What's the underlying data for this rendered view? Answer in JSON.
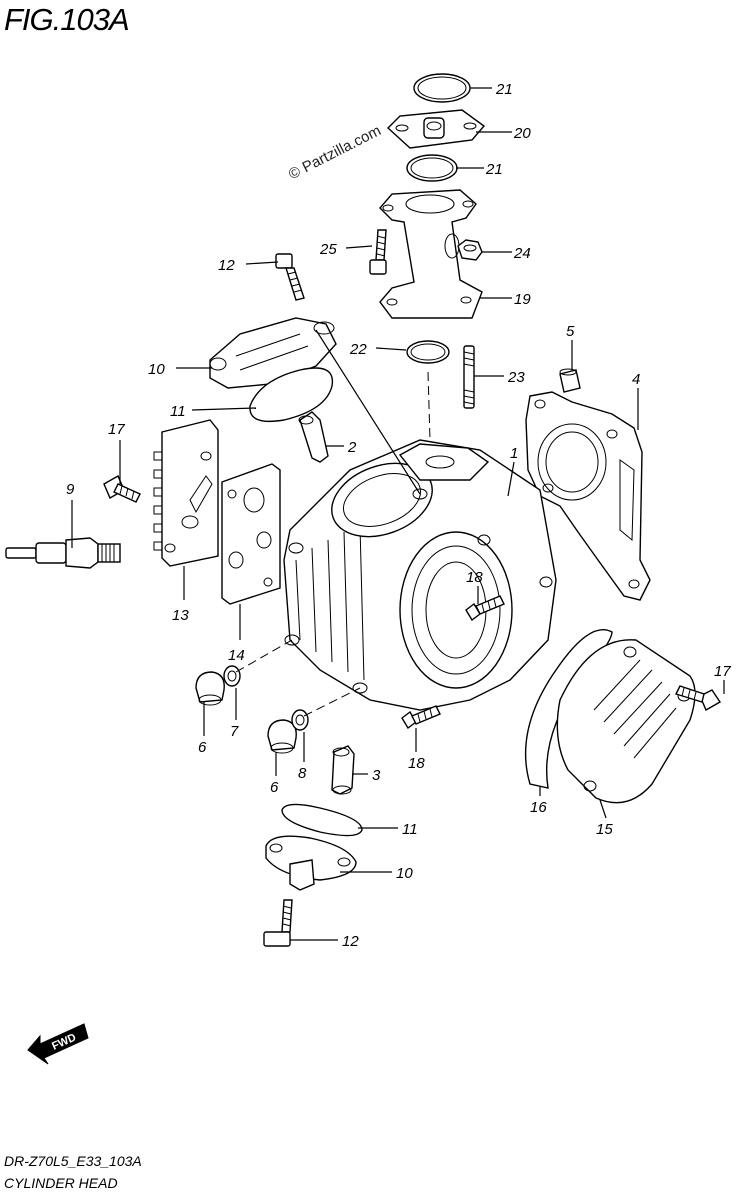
{
  "figure": {
    "title": "FIG.103A",
    "watermark": "© Partzilla.com",
    "model_code": "DR-Z70L5_E33_103A",
    "section_name": "CYLINDER HEAD",
    "fwd_label": "FWD"
  },
  "callouts": [
    {
      "id": "c1",
      "text": "1"
    },
    {
      "id": "c2",
      "text": "2"
    },
    {
      "id": "c3",
      "text": "3"
    },
    {
      "id": "c4",
      "text": "4"
    },
    {
      "id": "c5",
      "text": "5"
    },
    {
      "id": "c6a",
      "text": "6"
    },
    {
      "id": "c6b",
      "text": "6"
    },
    {
      "id": "c7",
      "text": "7"
    },
    {
      "id": "c8",
      "text": "8"
    },
    {
      "id": "c9",
      "text": "9"
    },
    {
      "id": "c10a",
      "text": "10"
    },
    {
      "id": "c10b",
      "text": "10"
    },
    {
      "id": "c11a",
      "text": "11"
    },
    {
      "id": "c11b",
      "text": "11"
    },
    {
      "id": "c12a",
      "text": "12"
    },
    {
      "id": "c12b",
      "text": "12"
    },
    {
      "id": "c13",
      "text": "13"
    },
    {
      "id": "c14",
      "text": "14"
    },
    {
      "id": "c15",
      "text": "15"
    },
    {
      "id": "c16",
      "text": "16"
    },
    {
      "id": "c17a",
      "text": "17"
    },
    {
      "id": "c17b",
      "text": "17"
    },
    {
      "id": "c18a",
      "text": "18"
    },
    {
      "id": "c18b",
      "text": "18"
    },
    {
      "id": "c19",
      "text": "19"
    },
    {
      "id": "c20",
      "text": "20"
    },
    {
      "id": "c21a",
      "text": "21"
    },
    {
      "id": "c21b",
      "text": "21"
    },
    {
      "id": "c22",
      "text": "22"
    },
    {
      "id": "c23",
      "text": "23"
    },
    {
      "id": "c24",
      "text": "24"
    },
    {
      "id": "c25",
      "text": "25"
    }
  ]
}
